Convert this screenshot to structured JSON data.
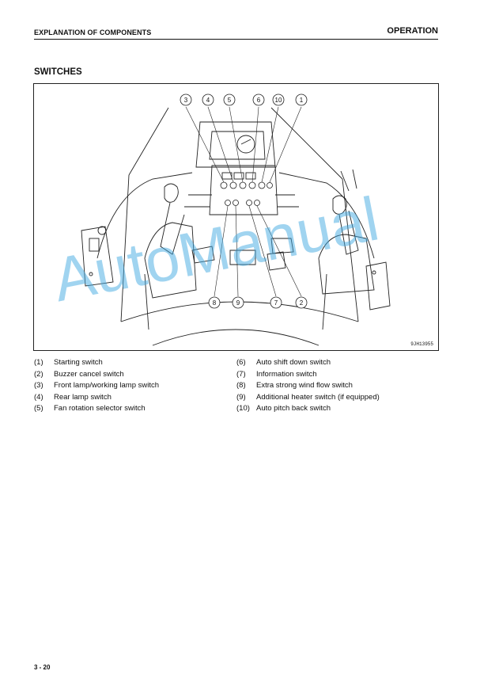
{
  "header": {
    "section": "EXPLANATION OF COMPONENTS",
    "chapter": "OPERATION"
  },
  "title": "SWITCHES",
  "figure": {
    "code": "9JH13955",
    "callouts_top": [
      "3",
      "4",
      "5",
      "6",
      "10",
      "1"
    ],
    "callouts_bottom": [
      "8",
      "9",
      "7",
      "2"
    ]
  },
  "legend_left": [
    {
      "num": "(1)",
      "label": "Starting switch"
    },
    {
      "num": "(2)",
      "label": "Buzzer cancel switch"
    },
    {
      "num": "(3)",
      "label": "Front lamp/working lamp switch"
    },
    {
      "num": "(4)",
      "label": "Rear lamp switch"
    },
    {
      "num": "(5)",
      "label": "Fan rotation selector switch"
    }
  ],
  "legend_right": [
    {
      "num": "(6)",
      "label": "Auto shift down switch"
    },
    {
      "num": "(7)",
      "label": "Information switch"
    },
    {
      "num": "(8)",
      "label": "Extra strong wind flow switch"
    },
    {
      "num": "(9)",
      "label": "Additional heater switch (if equipped)"
    },
    {
      "num": "(10)",
      "label": "Auto pitch back switch"
    }
  ],
  "watermark": "AutoManual",
  "page_number": "3 - 20"
}
